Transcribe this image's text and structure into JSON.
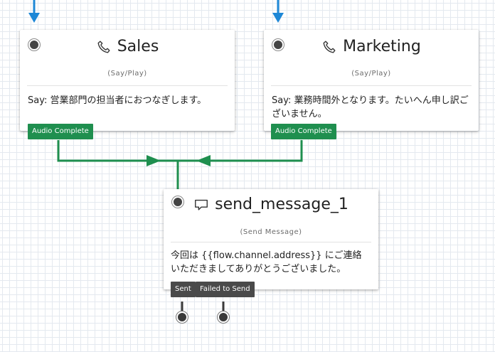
{
  "colors": {
    "incoming_arrow": "#1d87d6",
    "connector_green": "#1f8f4f",
    "connector_dark": "#3a3a3a",
    "transition_green": "#1f8f4f",
    "transition_dark": "#4a4a4a"
  },
  "widgets": [
    {
      "name": "Sales",
      "type": "(Say/Play)",
      "icon": "phone-icon",
      "body": "Say: 営業部門の担当者におつなぎします。",
      "transitions": [
        "Audio Complete"
      ]
    },
    {
      "name": "Marketing",
      "type": "(Say/Play)",
      "icon": "phone-icon",
      "body": "Say: 業務時間外となります。たいへん申し訳ございません。",
      "transitions": [
        "Audio Complete"
      ]
    },
    {
      "name": "send_message_1",
      "type": "(Send Message)",
      "icon": "chat-bubble-icon",
      "body": "今回は {{flow.channel.address}} にご連絡いただきましてありがとうございました。",
      "transitions": [
        "Sent",
        "Failed to Send"
      ]
    }
  ]
}
